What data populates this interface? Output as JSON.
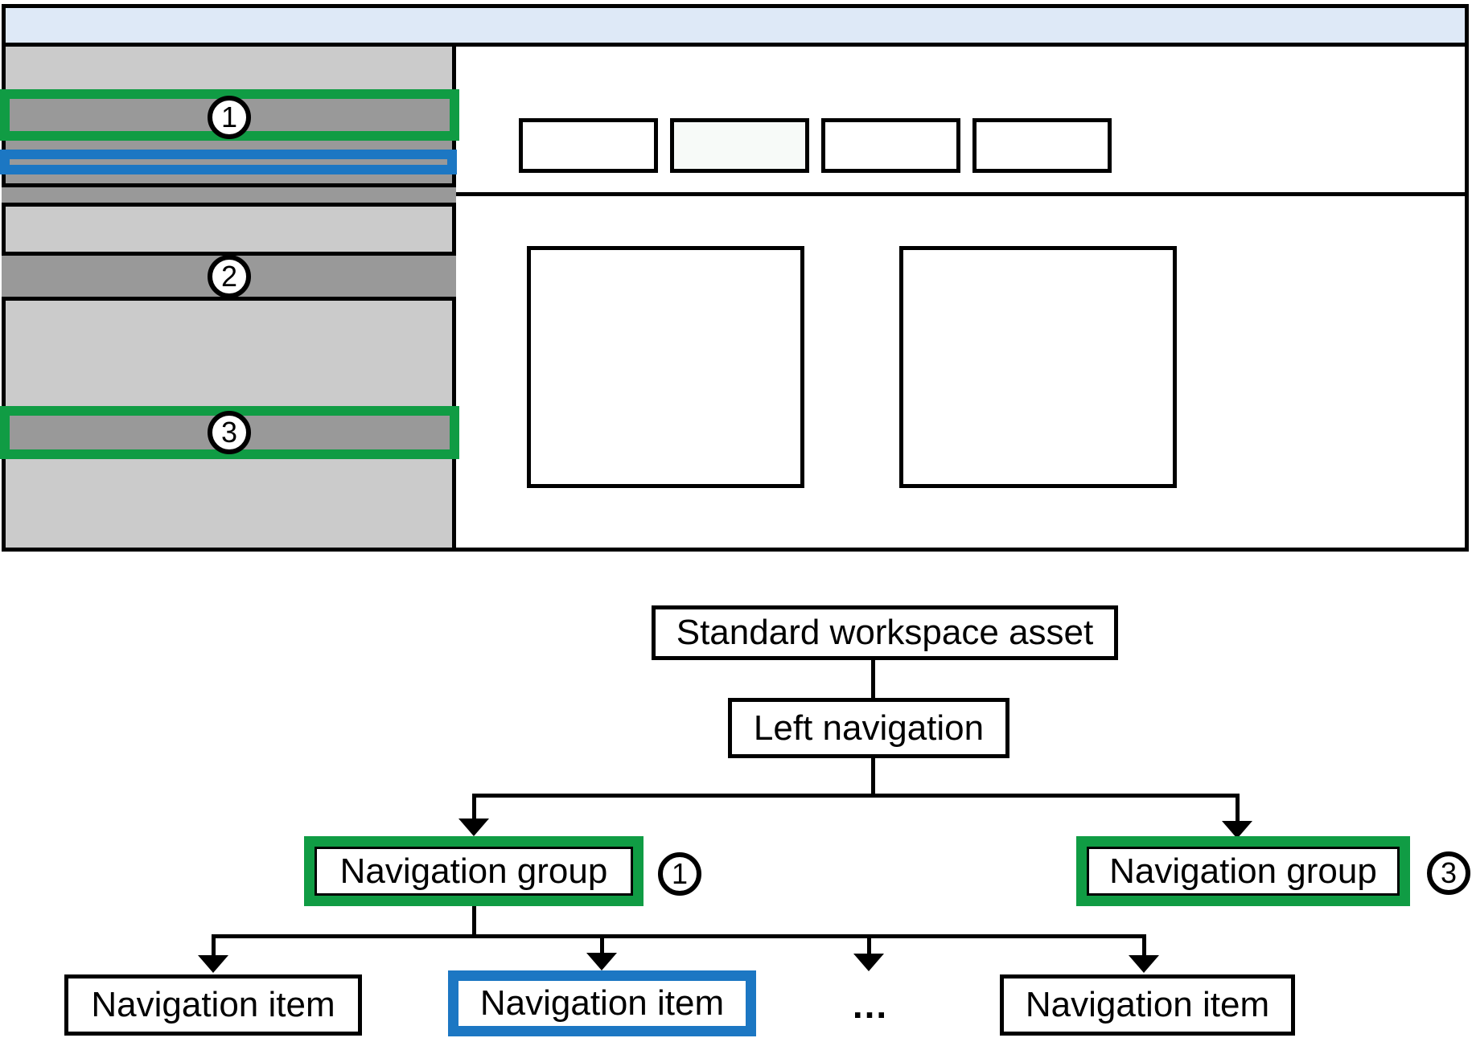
{
  "wireframe": {
    "badges": [
      "1",
      "2",
      "3"
    ]
  },
  "tree": {
    "root_label": "Standard workspace asset",
    "level2_label": "Left navigation",
    "groups": [
      {
        "label": "Navigation group",
        "badge": "1"
      },
      {
        "label": "Navigation group",
        "badge": "3"
      }
    ],
    "items": [
      {
        "label": "Navigation item"
      },
      {
        "label": "Navigation item"
      },
      {
        "label": "Navigation item"
      }
    ],
    "ellipsis": "..."
  },
  "colors": {
    "green": "#109C44",
    "blue": "#1C77C3",
    "topbar": "#DEE9F7",
    "sidebar": "#CBCBCB",
    "bargray": "#999999",
    "tabactive": "#F7FAF8"
  }
}
